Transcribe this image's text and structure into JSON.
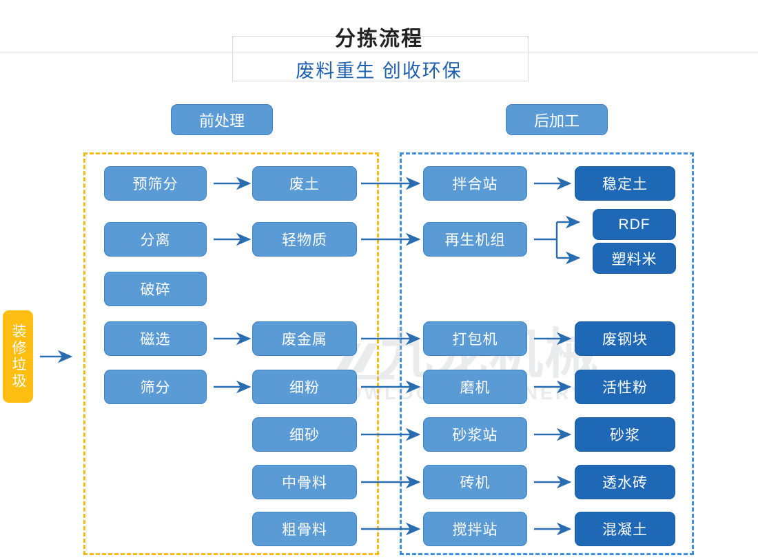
{
  "header": {
    "title": "分拣流程",
    "subtitle": "废料重生 创收环保"
  },
  "sections": [
    {
      "id": "pre",
      "label": "前处理",
      "frame_color": "#fbb91c"
    },
    {
      "id": "post",
      "label": "后加工",
      "frame_color": "#3f8ddd"
    }
  ],
  "colors": {
    "node_light": "#5b9bd5",
    "node_dark": "#1f68b5",
    "input_amber": "#fdbe11",
    "arrow": "#2a6cb0",
    "title_text": "#222222",
    "subtitle_text": "#1f5fb0",
    "frame_pre": "#fbb91c",
    "frame_post": "#3f8ddd"
  },
  "input": {
    "label": "装修垃圾"
  },
  "nodes": {
    "col_process": [
      {
        "label": "预筛分"
      },
      {
        "label": "分离"
      },
      {
        "label": "破碎"
      },
      {
        "label": "磁选"
      },
      {
        "label": "筛分"
      }
    ],
    "col_material": [
      {
        "label": "废土"
      },
      {
        "label": "轻物质"
      },
      {
        "label": "废金属"
      },
      {
        "label": "细粉"
      },
      {
        "label": "细砂"
      },
      {
        "label": "中骨料"
      },
      {
        "label": "粗骨料"
      }
    ],
    "col_equipment": [
      {
        "label": "拌合站"
      },
      {
        "label": "再生机组"
      },
      {
        "label": "打包机"
      },
      {
        "label": "磨机"
      },
      {
        "label": "砂浆站"
      },
      {
        "label": "砖机"
      },
      {
        "label": "搅拌站"
      }
    ],
    "col_product": [
      {
        "label": "稳定土"
      },
      {
        "label": "RDF"
      },
      {
        "label": "塑料米"
      },
      {
        "label": "废钢块"
      },
      {
        "label": "活性粉"
      },
      {
        "label": "砂浆"
      },
      {
        "label": "透水砖"
      },
      {
        "label": "混凝土"
      }
    ]
  },
  "watermark": {
    "cn": "九龙机械",
    "en": "KOWLOONMACHINERY"
  },
  "chart_data": {
    "type": "diagram",
    "title": "分拣流程",
    "subtitle": "废料重生 创收环保",
    "flow": [
      {
        "from": "装修垃圾",
        "to": "前处理区"
      },
      {
        "from": "预筛分",
        "to": "废土"
      },
      {
        "from": "废土",
        "to": "拌合站"
      },
      {
        "from": "拌合站",
        "to": "稳定土"
      },
      {
        "from": "分离",
        "to": "轻物质"
      },
      {
        "from": "轻物质",
        "to": "再生机组"
      },
      {
        "from": "再生机组",
        "to": "RDF"
      },
      {
        "from": "再生机组",
        "to": "塑料米"
      },
      {
        "from": "磁选",
        "to": "废金属"
      },
      {
        "from": "废金属",
        "to": "打包机"
      },
      {
        "from": "打包机",
        "to": "废钢块"
      },
      {
        "from": "筛分",
        "to": "细粉"
      },
      {
        "from": "细粉",
        "to": "磨机"
      },
      {
        "from": "磨机",
        "to": "活性粉"
      },
      {
        "from": "细砂",
        "to": "砂浆站"
      },
      {
        "from": "砂浆站",
        "to": "砂浆"
      },
      {
        "from": "中骨料",
        "to": "砖机"
      },
      {
        "from": "砖机",
        "to": "透水砖"
      },
      {
        "from": "粗骨料",
        "to": "搅拌站"
      },
      {
        "from": "搅拌站",
        "to": "混凝土"
      }
    ]
  }
}
